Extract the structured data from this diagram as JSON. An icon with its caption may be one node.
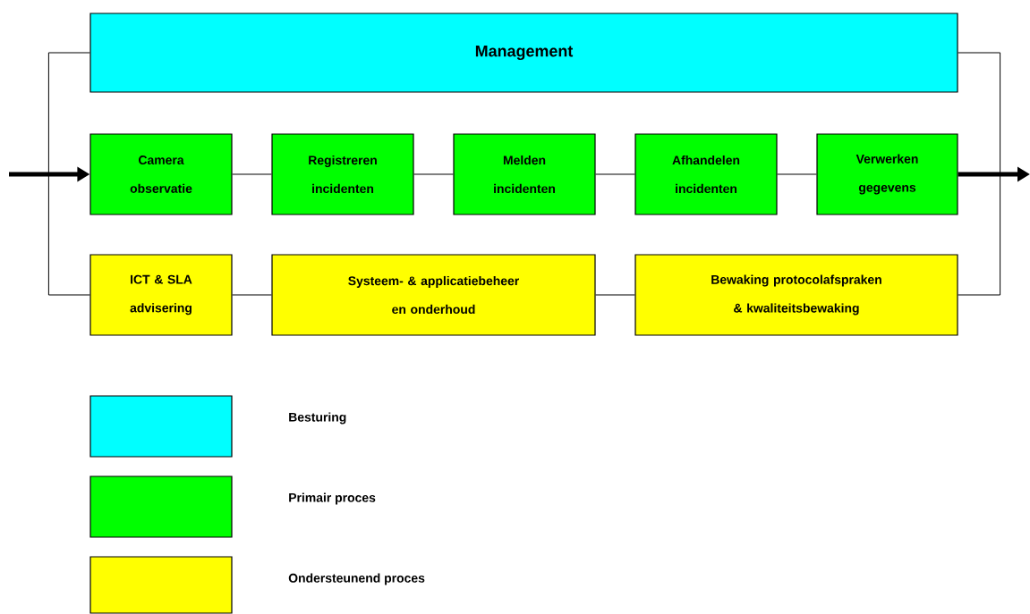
{
  "diagram": {
    "nodes": [
      {
        "text": [
          "Management"
        ]
      },
      {
        "text": [
          "Camera observatie"
        ]
      },
      {
        "text": [
          "Registreren incidenten"
        ]
      },
      {
        "text": [
          "Melden incidenten"
        ]
      },
      {
        "text": [
          "Afhandelen incidenten"
        ]
      },
      {
        "text": [
          "Verwerken gegevens"
        ]
      },
      {
        "text": [
          "ICT & SLA advisering"
        ]
      },
      {
        "text": [
          "Systeem- & applicatiebeheer en onderhoud"
        ]
      },
      {
        "text": [
          "Bewaking protocolafspraken & kwaliteitsbewaking"
        ]
      }
    ],
    "edges": [
      {
        "from": null,
        "to": 1,
        "arrow": "to",
        "style": "thick"
      },
      {
        "from": 5,
        "to": null,
        "arrow": "to",
        "style": "thick"
      },
      {
        "from": 1,
        "to": 2,
        "arrow": "none"
      },
      {
        "from": 2,
        "to": 3,
        "arrow": "none"
      },
      {
        "from": 3,
        "to": 4,
        "arrow": "none"
      },
      {
        "from": 4,
        "to": 5,
        "arrow": "none"
      },
      {
        "from": 6,
        "to": 7,
        "arrow": "none"
      },
      {
        "from": 7,
        "to": 8,
        "arrow": "none"
      },
      {
        "from": 0,
        "to": 6,
        "arrow": "none"
      },
      {
        "from": 0,
        "to": 8,
        "arrow": "none"
      }
    ],
    "legend": [
      {
        "text": "Besturing",
        "color": "#00ffff"
      },
      {
        "text": "Primair proces",
        "color": "#00ff00"
      },
      {
        "text": "Ondersteunend proces",
        "color": "#ffff00"
      }
    ]
  }
}
